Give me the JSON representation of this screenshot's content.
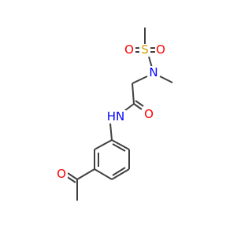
{
  "atoms": {
    "sulfonyl_S": {
      "text": "S",
      "color": "#c9a400"
    },
    "sulfonyl_O_left": {
      "text": "O",
      "color": "#ff0000"
    },
    "sulfonyl_O_right": {
      "text": "O",
      "color": "#ff0000"
    },
    "amine_N": {
      "text": "N",
      "color": "#0000ff"
    },
    "amide_NH": {
      "text": "NH",
      "color": "#0000ff"
    },
    "amide_N": {
      "text": "N",
      "color": "#0000ff"
    },
    "amide_H": {
      "text": "H",
      "color": "#0000ff"
    },
    "amide_O": {
      "text": "O",
      "color": "#ff0000"
    },
    "acetyl_O": {
      "text": "O",
      "color": "#ff0000"
    }
  },
  "colors": {
    "bond": "#404040"
  }
}
